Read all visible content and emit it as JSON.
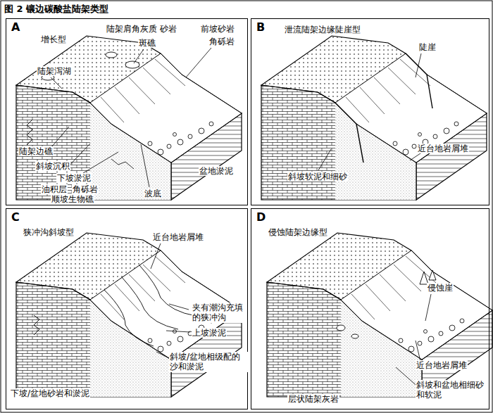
{
  "diagram": {
    "title": "图 2 镶边碳酸盐陆架类型",
    "nodes": [
      {
        "text": [
          "A",
          "增长型"
        ]
      },
      {
        "text": [
          "B",
          "泄流陆架边缘陡崖型"
        ]
      },
      {
        "text": [
          "C",
          "狭冲沟斜坡型"
        ]
      },
      {
        "text": [
          "D",
          "侵蚀陆架边缘型"
        ]
      }
    ],
    "labels": [
      "陆架肩角灰质 砂岩",
      "斑礁",
      "前坡砂岩",
      "角砾岩",
      "陆架泻湖",
      "陆架边礁",
      "斜坡沉积",
      "下坡淤泥",
      "油积层",
      "角砾岩",
      "顺坡生物礁",
      "波底",
      "盆地淤泥",
      "陡崖",
      "斜坡软泥和细砂",
      "近台地岩屑堆",
      "近台地岩屑堆",
      "夹有潮沟充填的狭冲沟",
      "上坡淤泥",
      "斜坡/盆地相级配的沙和淤泥",
      "下坡/盆地砂岩和淤泥",
      "侵蚀崖",
      "层状陆架灰岩",
      "近台地岩屑堆",
      "斜坡和盆地相细砂和软泥"
    ]
  }
}
